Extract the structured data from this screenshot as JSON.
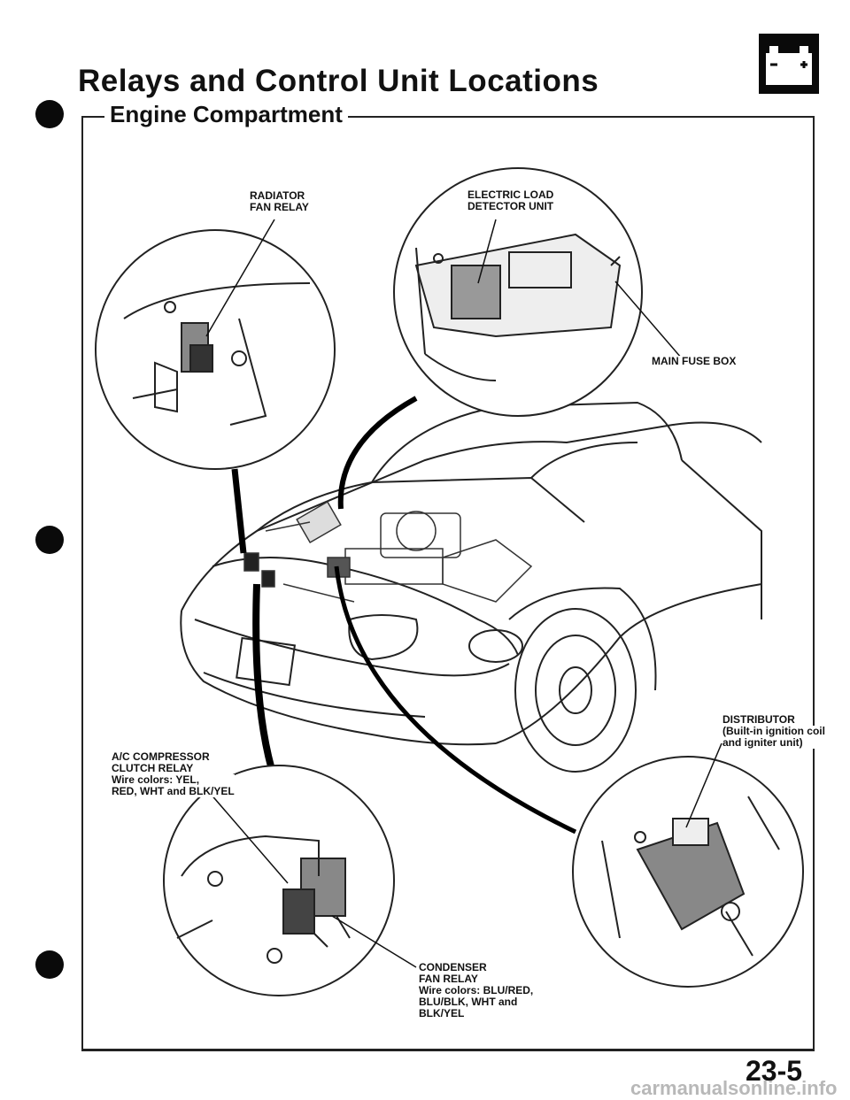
{
  "page": {
    "title": "Relays and Control Unit Locations",
    "section": "Engine Compartment",
    "page_number": "23-5",
    "watermark": "carmanualsonline.info"
  },
  "labels": {
    "radiator_fan_relay": "RADIATOR\nFAN RELAY",
    "electric_load_detector": "ELECTRIC LOAD\nDETECTOR UNIT",
    "main_fuse_box": "MAIN FUSE BOX",
    "distributor": "DISTRIBUTOR",
    "distributor_note": "(Built-in ignition coil\nand igniter unit)",
    "ac_compressor_relay": "A/C COMPRESSOR\nCLUTCH RELAY",
    "ac_compressor_wires": "Wire colors: YEL,\nRED, WHT and BLK/YEL",
    "condenser_fan_relay": "CONDENSER\nFAN RELAY",
    "condenser_wires": "Wire colors: BLU/RED,\nBLU/BLK, WHT and\nBLK/YEL"
  },
  "icons": {
    "battery": "battery-icon",
    "bullet": "bullet-dot-icon"
  }
}
